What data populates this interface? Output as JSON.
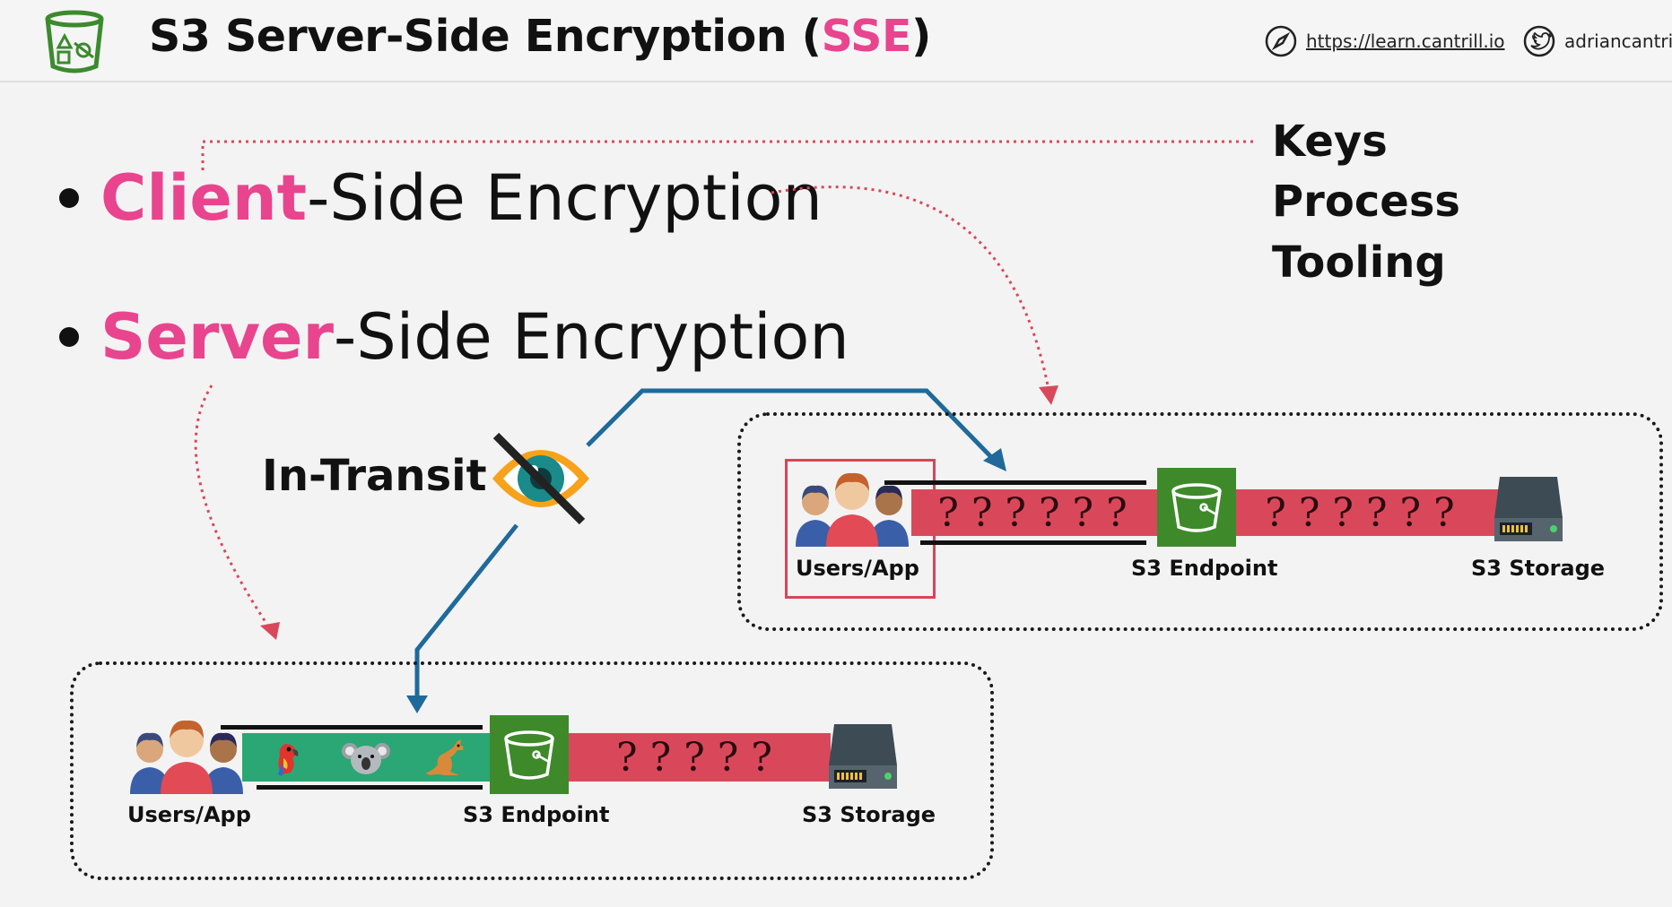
{
  "header": {
    "title_prefix": "S3 Server-Side Encryption (",
    "title_accent": "SSE",
    "title_suffix": ")",
    "site_link": "https://learn.cantrill.io",
    "twitter_handle": "adriancantrill"
  },
  "bullets": [
    {
      "highlight": "Client",
      "rest": "-Side Encryption"
    },
    {
      "highlight": "Server",
      "rest": "-Side Encryption"
    }
  ],
  "concerns": [
    "Keys",
    "Process",
    "Tooling"
  ],
  "in_transit_label": "In-Transit",
  "top_flow": {
    "users_label": "Users/App",
    "endpoint_label": "S3 Endpoint",
    "storage_label": "S3 Storage",
    "left_marks": "? ? ? ? ? ?",
    "right_marks": "? ? ? ? ? ?"
  },
  "bottom_flow": {
    "users_label": "Users/App",
    "endpoint_label": "S3 Endpoint",
    "storage_label": "S3 Storage",
    "right_marks": "? ? ? ? ?"
  },
  "colors": {
    "accent": "#e8458e",
    "encrypted_pipe": "#d9485a",
    "plaintext_pipe": "#2aa774",
    "arrow": "#1f6a9a",
    "dotted_arrow": "#d9485a",
    "bucket": "#3e8a2a"
  }
}
